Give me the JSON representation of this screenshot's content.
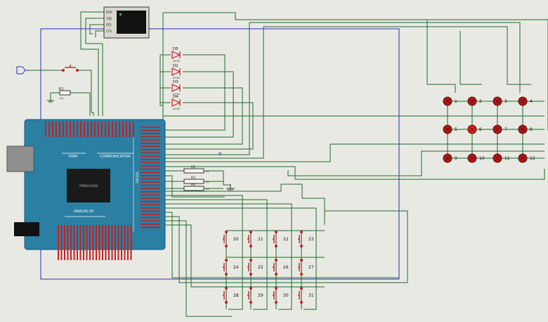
{
  "board": {
    "pwm_label": "PWM",
    "comm_label": "COMMUNICATION",
    "analog_label": "ANALOG IN",
    "digital_label": "DIGITAL",
    "chip_text": "ATMEGA2560"
  },
  "terminal": {
    "pins": [
      "RXD",
      "TXD",
      "RTS",
      "CTS"
    ]
  },
  "resistor_r1": {
    "name": "R1",
    "value": "10k"
  },
  "diodes": [
    {
      "name": "D5",
      "type": "DIODE"
    },
    {
      "name": "D2",
      "type": "DIODE"
    },
    {
      "name": "D3",
      "type": "DIODE"
    },
    {
      "name": "D4",
      "type": "DIODE"
    }
  ],
  "resistors_mid": [
    {
      "name": "R2",
      "value": "10k"
    },
    {
      "name": "R3",
      "value": "10k"
    },
    {
      "name": "R4",
      "value": "10k"
    }
  ],
  "lamps": [
    "1",
    "2",
    "3",
    "4",
    "5",
    "6",
    "7",
    "8",
    "9",
    "10",
    "11",
    "12"
  ],
  "buttons": [
    "20",
    "21",
    "22",
    "23",
    "24",
    "25",
    "26",
    "27",
    "28",
    "29",
    "30",
    "31"
  ],
  "colors": {
    "background": "#e9e9e3",
    "board": "#2a7fa3",
    "frame": "#2a2ab8",
    "wire": "#1f6b2a",
    "lamp_off": "#b01818",
    "lamp_on": "#e02020",
    "button_red": "#c42020"
  }
}
